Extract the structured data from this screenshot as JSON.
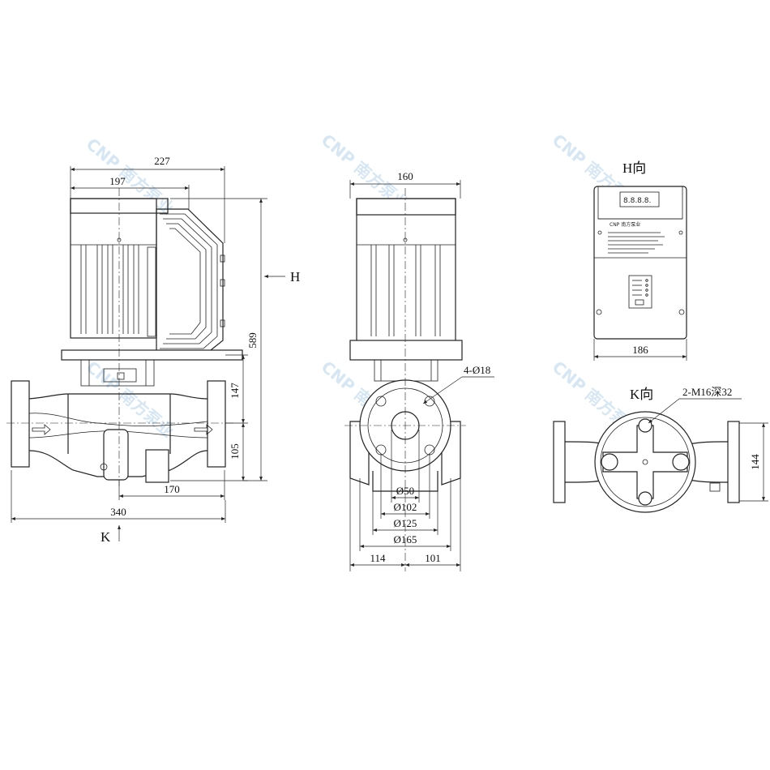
{
  "views": {
    "front": {
      "dims": {
        "d227": "227",
        "d197": "197",
        "d589": "589",
        "d147": "147",
        "d105": "105",
        "d170": "170",
        "d340": "340"
      },
      "arrow_h": "H",
      "arrow_k": "K"
    },
    "side": {
      "dims": {
        "d160": "160",
        "holes": "4-Ø18",
        "dn50": "Ø50",
        "dn102": "Ø102",
        "dn125": "Ø125",
        "dn165": "Ø165",
        "d114": "114",
        "d101": "101"
      }
    },
    "h_view": {
      "title": "H向",
      "d186": "186",
      "display_text": "8.8.8.8.",
      "brand_text": "CNP 南方泵业"
    },
    "k_view": {
      "title": "K向",
      "thread": "2-M16深32",
      "d144": "144"
    }
  },
  "watermark": "CNP 南方泵业"
}
